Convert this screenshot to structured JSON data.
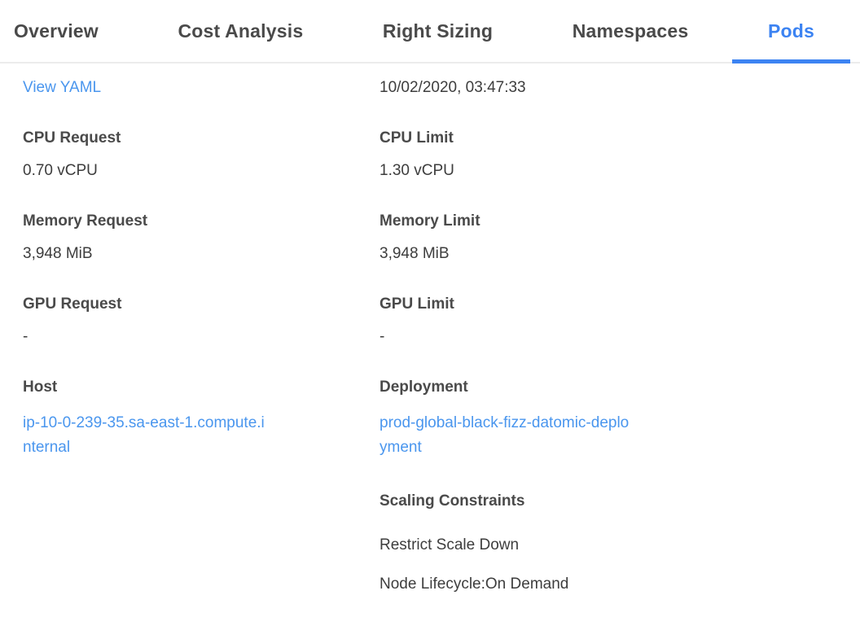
{
  "tabs": [
    {
      "label": "Overview",
      "active": false
    },
    {
      "label": "Cost Analysis",
      "active": false
    },
    {
      "label": "Right Sizing",
      "active": false
    },
    {
      "label": "Namespaces",
      "active": false
    },
    {
      "label": "Pods",
      "active": true
    }
  ],
  "pod_details": {
    "view_yaml_label": "View YAML",
    "timestamp": "10/02/2020, 03:47:33",
    "left": {
      "cpu_request": {
        "label": "CPU Request",
        "value": "0.70 vCPU"
      },
      "memory_request": {
        "label": "Memory Request",
        "value": "3,948 MiB"
      },
      "gpu_request": {
        "label": "GPU Request",
        "value": "-"
      },
      "host": {
        "label": "Host",
        "value": "ip-10-0-239-35.sa-east-1.compute.internal"
      }
    },
    "right": {
      "cpu_limit": {
        "label": "CPU Limit",
        "value": "1.30 vCPU"
      },
      "memory_limit": {
        "label": "Memory Limit",
        "value": "3,948 MiB"
      },
      "gpu_limit": {
        "label": "GPU Limit",
        "value": "-"
      },
      "deployment": {
        "label": "Deployment",
        "value": "prod-global-black-fizz-datomic-deployment"
      },
      "scaling_constraints": {
        "label": "Scaling Constraints",
        "items": [
          "Restrict Scale Down",
          "Node Lifecycle:On Demand"
        ]
      }
    }
  },
  "colors": {
    "link_blue": "#4a96ee",
    "active_tab_blue": "#3c83f2",
    "label_gray": "#4a4a4a",
    "value_gray": "#3d3d3d",
    "tab_border_gray": "#ececec"
  }
}
